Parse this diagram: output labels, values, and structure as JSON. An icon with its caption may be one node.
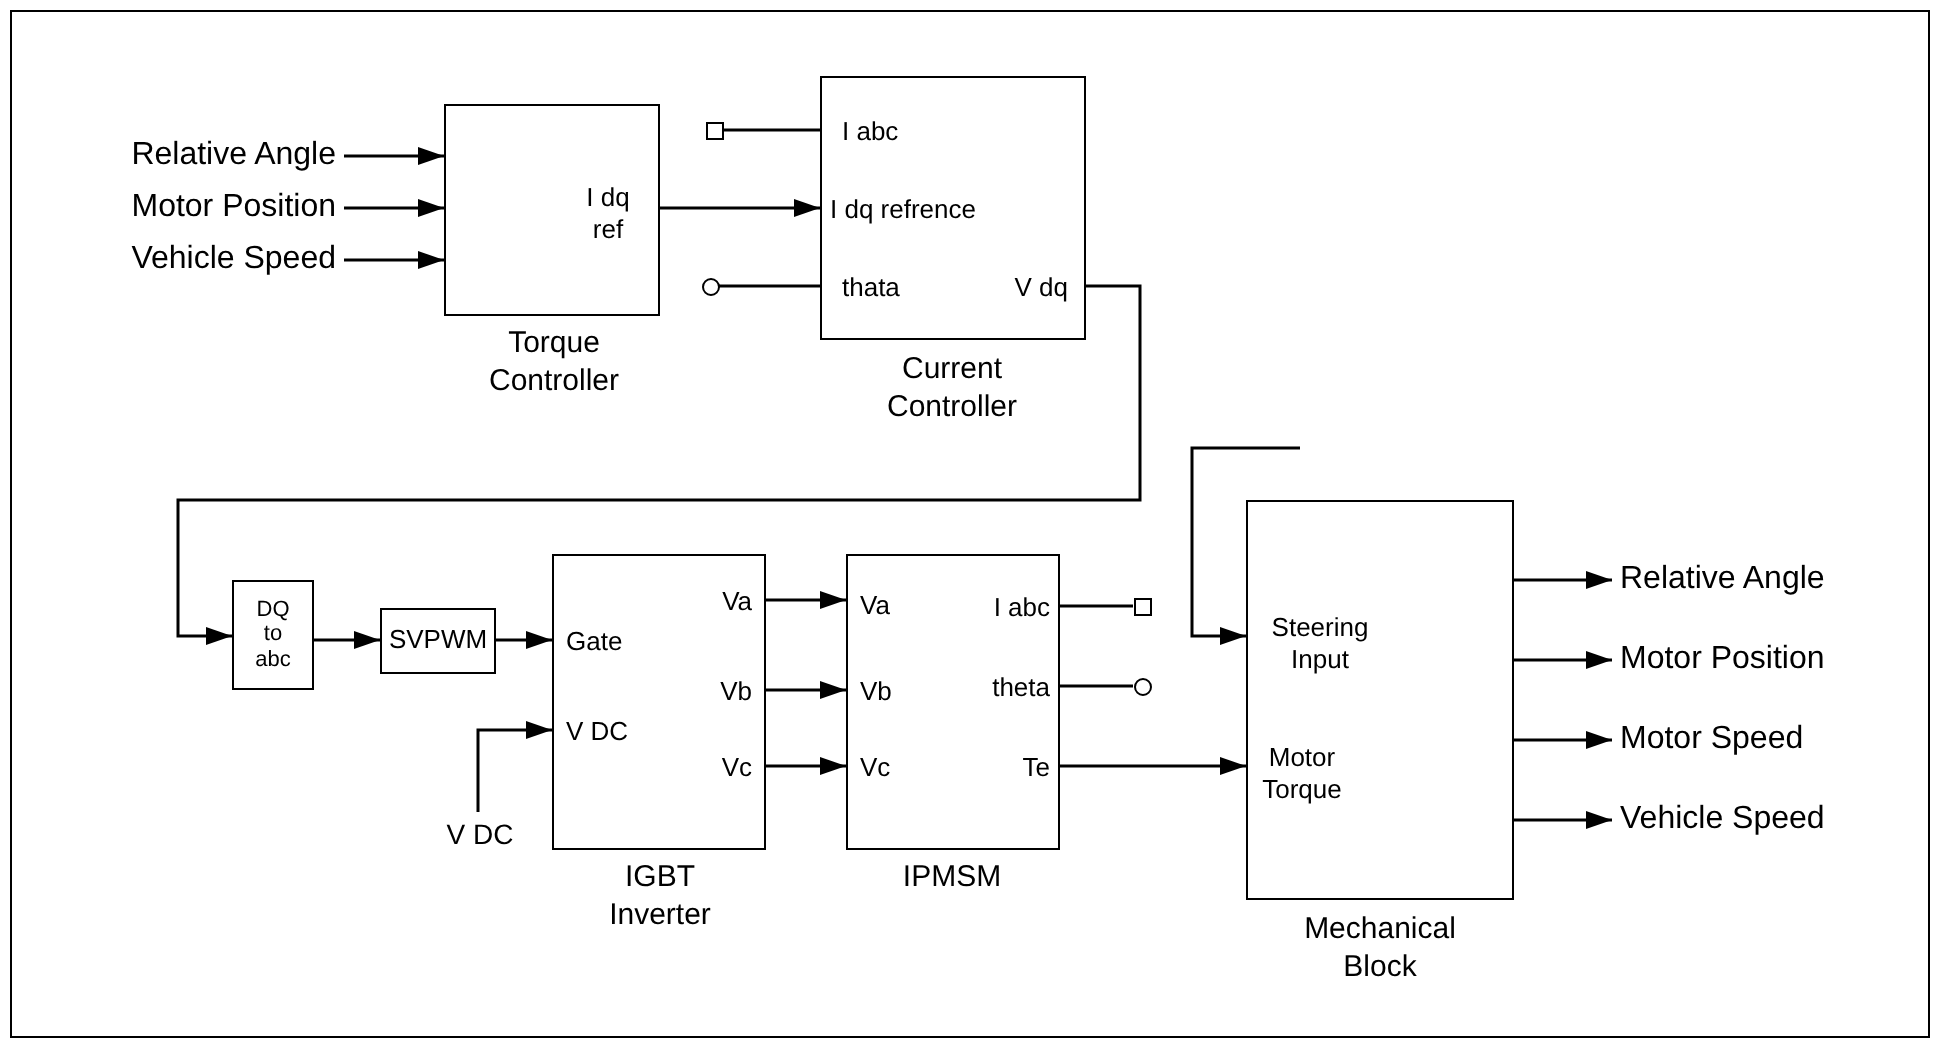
{
  "diagram": {
    "nodes": [
      {
        "text": [
          "Relative Angle"
        ]
      },
      {
        "text": [
          "Motor Position"
        ]
      },
      {
        "text": [
          "Vehicle Speed"
        ]
      },
      {
        "text": [
          "I dq ref"
        ],
        "beside": [
          "Torque Controller"
        ]
      },
      {
        "text": [],
        "shape": "box"
      },
      {
        "text": [],
        "shape": "circle"
      },
      {
        "text": [
          "I abc",
          "I dq refrence",
          "thata",
          "V dq"
        ],
        "beside": [
          "Current Controller"
        ]
      },
      {
        "text": [
          "DQ to abc"
        ]
      },
      {
        "text": [
          "SVPWM"
        ]
      },
      {
        "text": [
          "Gate",
          "V DC",
          "Va",
          "Vb",
          "Vc"
        ],
        "beside": [
          "IGBT Inverter"
        ]
      },
      {
        "text": [
          "V DC"
        ]
      },
      {
        "text": [
          "Va",
          "Vb",
          "Vc",
          "I abc",
          "theta",
          "Te"
        ],
        "beside": [
          "IPMSM"
        ]
      },
      {
        "text": [],
        "shape": "box"
      },
      {
        "text": [],
        "shape": "circle"
      },
      {
        "text": [
          "Steering Input",
          "Motor Torque"
        ],
        "beside": [
          "Mechanical Block"
        ]
      },
      {
        "text": [
          "Relative Angle"
        ]
      },
      {
        "text": [
          "Motor Position"
        ]
      },
      {
        "text": [
          "Motor Speed"
        ]
      },
      {
        "text": [
          "Vehicle Speed"
        ]
      }
    ],
    "edges": [
      {
        "from": 0,
        "to": 3,
        "arrow": "to"
      },
      {
        "from": 1,
        "to": 3,
        "arrow": "to"
      },
      {
        "from": 2,
        "to": 3,
        "arrow": "to"
      },
      {
        "from": 3,
        "to": 6,
        "arrow": "to"
      },
      {
        "from": 4,
        "to": 6,
        "arrow": "none"
      },
      {
        "from": 5,
        "to": 6,
        "arrow": "none"
      },
      {
        "from": 6,
        "to": 7,
        "arrow": "to"
      },
      {
        "from": 7,
        "to": 8,
        "arrow": "to"
      },
      {
        "from": 8,
        "to": 9,
        "arrow": "to"
      },
      {
        "from": 10,
        "to": 9,
        "arrow": "to"
      },
      {
        "from": 9,
        "to": 11,
        "arrow": "to"
      },
      {
        "from": 9,
        "to": 11,
        "arrow": "to"
      },
      {
        "from": 9,
        "to": 11,
        "arrow": "to"
      },
      {
        "from": 11,
        "to": 12,
        "arrow": "none"
      },
      {
        "from": 11,
        "to": 13,
        "arrow": "none"
      },
      {
        "from": 11,
        "to": 14,
        "arrow": "to"
      },
      {
        "from": null,
        "to": 14,
        "arrow": "to"
      },
      {
        "from": 14,
        "to": 15,
        "arrow": "to"
      },
      {
        "from": 14,
        "to": 16,
        "arrow": "to"
      },
      {
        "from": 14,
        "to": 17,
        "arrow": "to"
      },
      {
        "from": 14,
        "to": 18,
        "arrow": "to"
      }
    ]
  }
}
